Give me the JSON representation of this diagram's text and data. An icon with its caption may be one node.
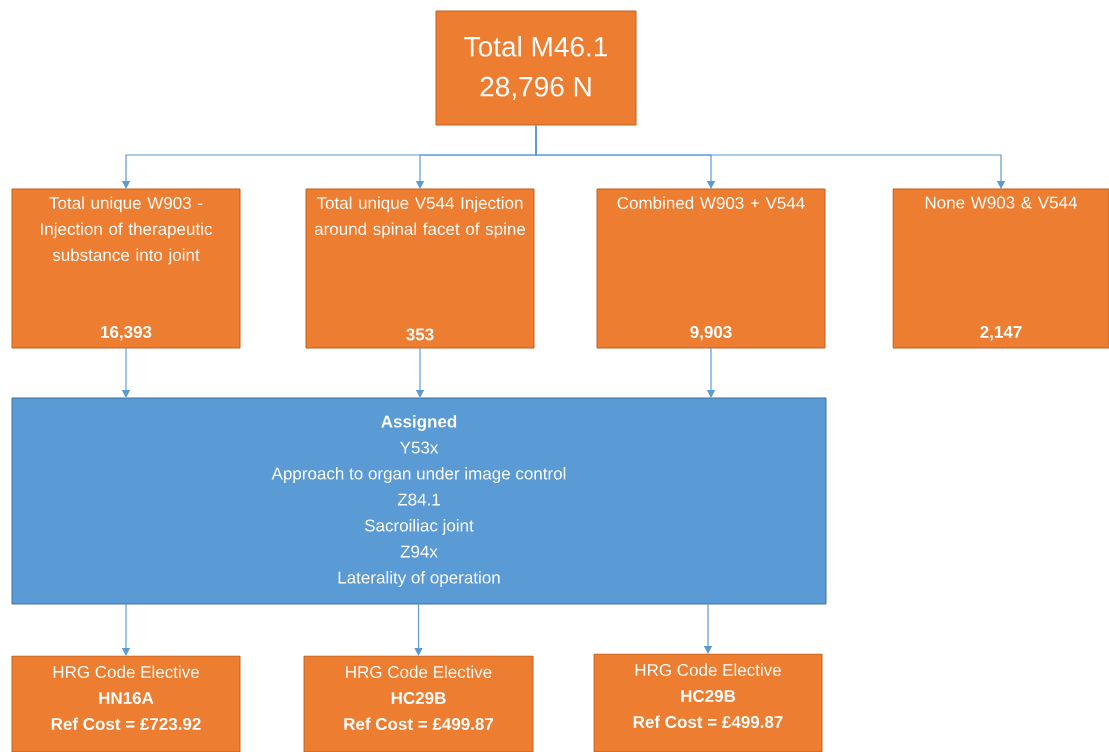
{
  "diagram": {
    "nodes": [
      {
        "text": [
          "Total M46.1",
          "28,796 N"
        ]
      },
      {
        "text": [
          "Total unique W903 - Injection of therapeutic substance into joint",
          "16,393"
        ]
      },
      {
        "text": [
          "Total unique V544 Injection around spinal facet of spine",
          "353"
        ]
      },
      {
        "text": [
          "Combined W903 + V544",
          "9,903"
        ]
      },
      {
        "text": [
          "None W903 & V544",
          "2,147"
        ]
      },
      {
        "text": [
          "Assigned",
          "Y53x",
          "Approach to organ under image control",
          "Z84.1",
          "Sacroiliac joint",
          "Z94x",
          "Laterality of operation"
        ]
      },
      {
        "text": [
          "HRG Code Elective",
          "HN16A",
          "Ref Cost = £723.92"
        ]
      },
      {
        "text": [
          "HRG Code Elective",
          "HC29B",
          "Ref Cost = £499.87"
        ]
      },
      {
        "text": [
          "HRG Code Elective",
          "HC29B",
          "Ref Cost = £499.87"
        ]
      }
    ],
    "edges": [
      {
        "from": 0,
        "to": 1,
        "arrow": "to"
      },
      {
        "from": 0,
        "to": 2,
        "arrow": "to"
      },
      {
        "from": 0,
        "to": 3,
        "arrow": "to"
      },
      {
        "from": 0,
        "to": 4,
        "arrow": "to"
      },
      {
        "from": 1,
        "to": 5,
        "arrow": "to"
      },
      {
        "from": 2,
        "to": 5,
        "arrow": "to"
      },
      {
        "from": 3,
        "to": 5,
        "arrow": "to"
      },
      {
        "from": 5,
        "to": 6,
        "arrow": "to"
      },
      {
        "from": 5,
        "to": 7,
        "arrow": "to"
      },
      {
        "from": 5,
        "to": 8,
        "arrow": "to"
      }
    ]
  }
}
